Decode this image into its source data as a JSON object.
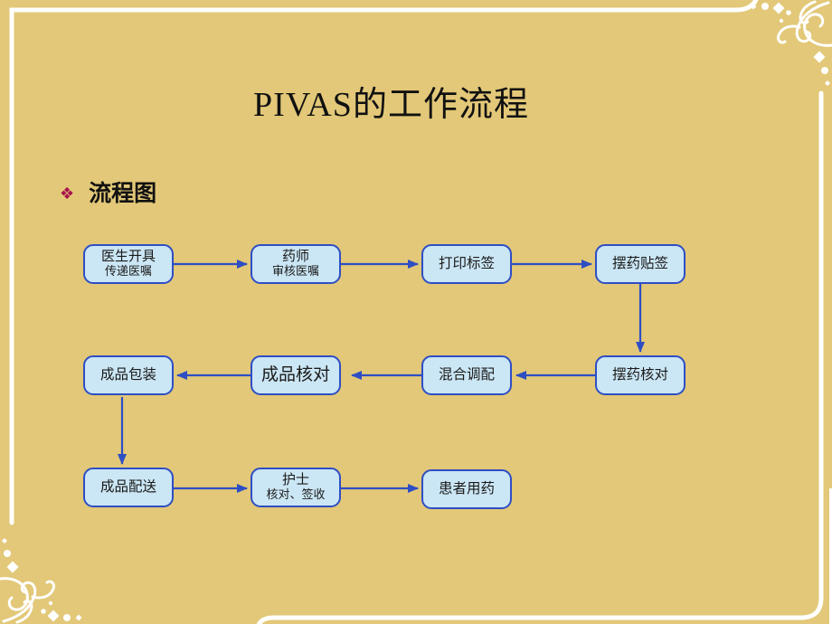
{
  "slide": {
    "title": "PIVAS的工作流程",
    "bullet": "❖",
    "section_label": "流程图"
  },
  "flowchart": {
    "nodes": [
      {
        "lines": [
          "医生开具",
          "传递医嘱"
        ]
      },
      {
        "lines": [
          "药师",
          "审核医嘱"
        ]
      },
      {
        "lines": [
          "打印标签"
        ]
      },
      {
        "lines": [
          "摆药贴签"
        ]
      },
      {
        "lines": [
          "摆药核对"
        ]
      },
      {
        "lines": [
          "混合调配"
        ]
      },
      {
        "lines": [
          "成品核对"
        ]
      },
      {
        "lines": [
          "成品包装"
        ]
      },
      {
        "lines": [
          "成品配送"
        ]
      },
      {
        "lines": [
          "护士",
          "核对、签收"
        ]
      },
      {
        "lines": [
          "患者用药"
        ]
      }
    ],
    "edges": [
      {
        "from": "医生开具传递医嘱",
        "to": "药师审核医嘱"
      },
      {
        "from": "药师审核医嘱",
        "to": "打印标签"
      },
      {
        "from": "打印标签",
        "to": "摆药贴签"
      },
      {
        "from": "摆药贴签",
        "to": "摆药核对"
      },
      {
        "from": "摆药核对",
        "to": "混合调配"
      },
      {
        "from": "混合调配",
        "to": "成品核对"
      },
      {
        "from": "成品核对",
        "to": "成品包装"
      },
      {
        "from": "成品包装",
        "to": "成品配送"
      },
      {
        "from": "成品配送",
        "to": "护士核对、签收"
      },
      {
        "from": "护士核对、签收",
        "to": "患者用药"
      }
    ]
  },
  "colors": {
    "background": "#E2C878",
    "node_fill": "#CBE6F4",
    "node_border": "#2E4EC4",
    "arrow": "#2E4EC4",
    "bullet": "#A8124C",
    "frame_ornament": "#FFFFFF",
    "text": "#1A1A1A"
  }
}
